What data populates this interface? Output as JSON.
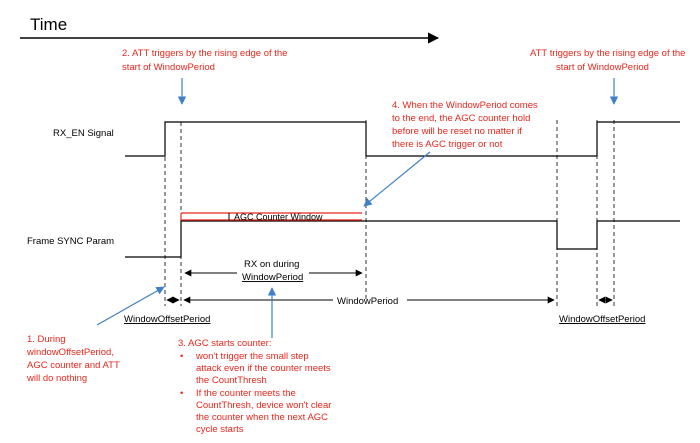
{
  "title": "Time",
  "colors": {
    "red": "#e8271c",
    "blue": "#3f80c8",
    "black": "#000000",
    "dash": "#333333"
  },
  "signals": {
    "rx_en": "RX_EN Signal",
    "frame_sync": "Frame SYNC Param",
    "agc_window": "AGC Counter Window"
  },
  "spans": {
    "rx_on_line1": "RX on during",
    "rx_on_line2": "WindowPeriod",
    "window_offset_left": "WindowOffsetPeriod",
    "window_period": "WindowPeriod",
    "window_offset_right": "WindowOffsetPeriod"
  },
  "notes": {
    "n2_line1": "2. ATT triggers by the rising edge of the",
    "n2_line2": "start of WindowPeriod",
    "right_line1": "ATT triggers by the rising edge of the",
    "right_line2": "start of WindowPeriod",
    "n4_line1": "4. When the WindowPeriod comes",
    "n4_line2": "to the end, the AGC counter hold",
    "n4_line3": "before will be reset no matter if",
    "n4_line4": "there is AGC trigger or not",
    "n1_line1": "1. During",
    "n1_line2": "windowOffsetPeriod,",
    "n1_line3": "AGC counter and ATT",
    "n1_line4": "will do nothing",
    "n3_line1": "3. AGC starts counter:",
    "n3_b1_line1": "won't trigger the small step",
    "n3_b1_line2": "attack even if the counter meets",
    "n3_b1_line3": "the CountThresh",
    "n3_b2_line1": "If the counter meets the",
    "n3_b2_line2": "CountThresh, device won't clear",
    "n3_b2_line3": "the counter when the next AGC",
    "n3_b2_line4": "cycle starts",
    "bullet": "•"
  }
}
